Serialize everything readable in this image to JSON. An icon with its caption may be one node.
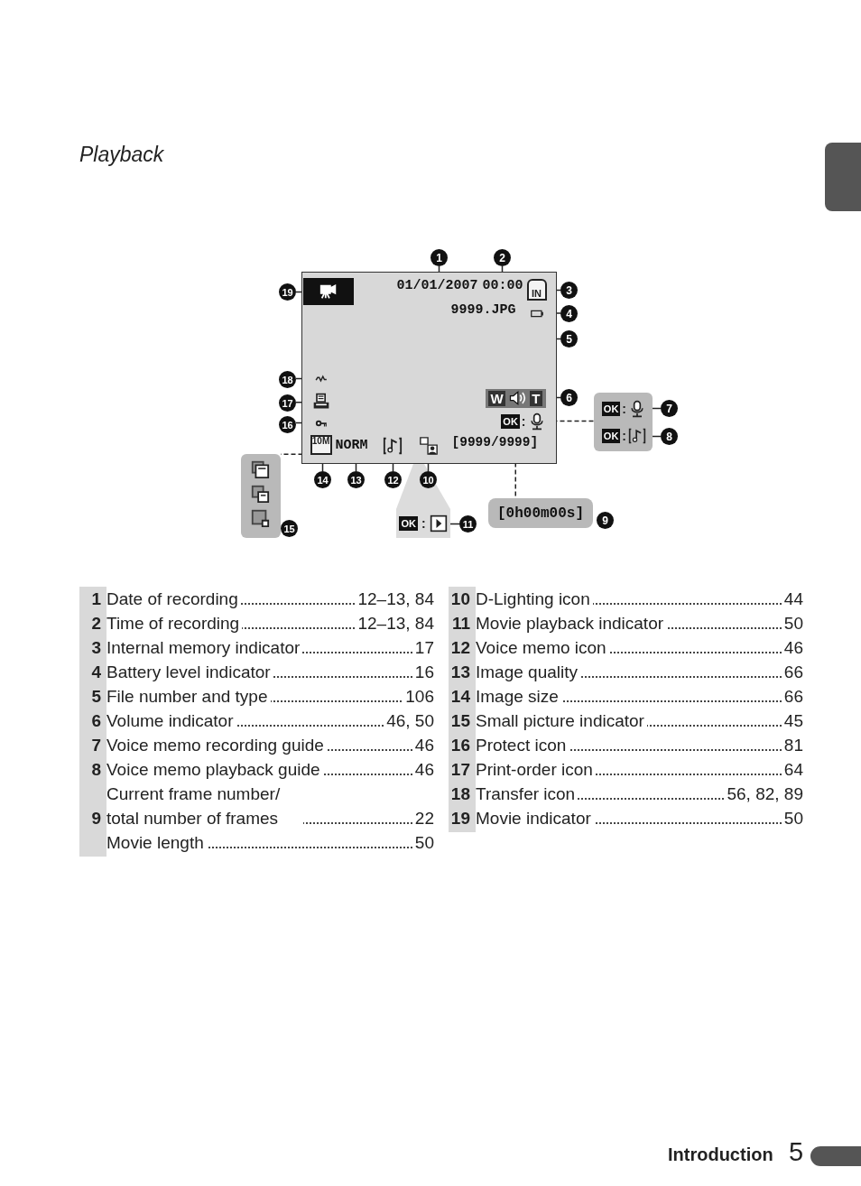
{
  "diagram": {
    "title": "Playback",
    "nodes": [
      {
        "text": [],
        "shape": "box"
      },
      {
        "text": [],
        "shape": "icon",
        "in": 0
      },
      {
        "text": [
          "01/01/2007"
        ],
        "in": 0
      },
      {
        "text": [
          "00:00"
        ],
        "in": 0
      },
      {
        "text": [
          "IN"
        ],
        "in": 0
      },
      {
        "text": [],
        "shape": "icon",
        "in": 0
      },
      {
        "text": [
          "9999.JPG"
        ],
        "in": 0
      },
      {
        "text": [
          "W",
          "T"
        ],
        "in": 0
      },
      {
        "text": [
          "OK",
          ":"
        ],
        "in": 0
      },
      {
        "text": [],
        "shape": "icon",
        "in": 0
      },
      {
        "text": [],
        "shape": "icon",
        "in": 0
      },
      {
        "text": [],
        "shape": "icon",
        "in": 0
      },
      {
        "text": [
          "10M"
        ],
        "in": 0
      },
      {
        "text": [
          "NORM"
        ],
        "in": 0
      },
      {
        "text": [],
        "shape": "icon",
        "in": 0
      },
      {
        "text": [],
        "shape": "icon",
        "in": 0
      },
      {
        "text": [
          "[9999/9999]"
        ],
        "in": 0
      },
      {
        "text": [],
        "shape": "box"
      },
      {
        "text": [],
        "shape": "icon",
        "in": 17
      },
      {
        "text": [],
        "shape": "icon",
        "in": 17
      },
      {
        "text": [],
        "shape": "icon",
        "in": 17
      },
      {
        "text": [
          "OK",
          ":"
        ]
      },
      {
        "text": [],
        "shape": "box"
      },
      {
        "text": [
          "OK",
          ":"
        ],
        "in": 22
      },
      {
        "text": [
          "OK",
          ":"
        ],
        "in": 22
      },
      {
        "text": [
          "[0h00m00s]"
        ]
      },
      {
        "text": [
          "1"
        ]
      },
      {
        "text": [
          "2"
        ]
      },
      {
        "text": [
          "3"
        ]
      },
      {
        "text": [
          "4"
        ]
      },
      {
        "text": [
          "5"
        ]
      },
      {
        "text": [
          "6"
        ]
      },
      {
        "text": [
          "7"
        ]
      },
      {
        "text": [
          "8"
        ]
      },
      {
        "text": [
          "10"
        ]
      },
      {
        "text": [
          "11"
        ]
      },
      {
        "text": [
          "12"
        ]
      },
      {
        "text": [
          "13"
        ]
      },
      {
        "text": [
          "14"
        ]
      },
      {
        "text": [
          "16"
        ]
      },
      {
        "text": [
          "17"
        ]
      },
      {
        "text": [
          "18"
        ]
      },
      {
        "text": [
          "19"
        ]
      },
      {
        "text": [
          "9"
        ]
      },
      {
        "text": [
          "15"
        ]
      }
    ],
    "edges": [
      {
        "from": 26,
        "to": 2,
        "arrow": "none"
      },
      {
        "from": 27,
        "to": 3,
        "arrow": "none"
      },
      {
        "from": 28,
        "to": 4,
        "arrow": "none"
      },
      {
        "from": 29,
        "to": 5,
        "arrow": "none"
      },
      {
        "from": 30,
        "to": 6,
        "arrow": "none"
      },
      {
        "from": 31,
        "to": 7,
        "arrow": "none"
      },
      {
        "from": 32,
        "to": 23,
        "arrow": "none"
      },
      {
        "from": 33,
        "to": 24,
        "arrow": "none"
      },
      {
        "from": 34,
        "to": 15,
        "arrow": "none"
      },
      {
        "from": 35,
        "to": 21,
        "arrow": "none"
      },
      {
        "from": 36,
        "to": 14,
        "arrow": "none"
      },
      {
        "from": 37,
        "to": 13,
        "arrow": "none"
      },
      {
        "from": 38,
        "to": 12,
        "arrow": "none"
      },
      {
        "from": 39,
        "to": 11,
        "arrow": "none"
      },
      {
        "from": 40,
        "to": 10,
        "arrow": "none"
      },
      {
        "from": 41,
        "to": 9,
        "arrow": "none"
      },
      {
        "from": 42,
        "to": 1,
        "arrow": "none"
      },
      {
        "from": 8,
        "to": 22,
        "arrow": "none",
        "style": "dashed"
      },
      {
        "from": 16,
        "to": 25,
        "arrow": "none",
        "style": "dashed"
      },
      {
        "from": 12,
        "to": 17,
        "arrow": "none",
        "style": "dashed"
      }
    ],
    "labels": [
      "1",
      "Date of recording",
      "12–13, 84",
      "2",
      "Time of recording",
      "12–13, 84",
      "3",
      "Internal memory indicator",
      "17",
      "4",
      "Battery level indicator",
      "16",
      "5",
      "File number and type",
      "106",
      "6",
      "Volume indicator",
      "46, 50",
      "7",
      "Voice memo recording guide",
      "46",
      "8",
      "Voice memo playback guide",
      "46",
      "9",
      "Current frame number/ total number of frames",
      "22",
      "Movie length",
      "50",
      "10",
      "D-Lighting icon",
      "44",
      "11",
      "Movie playback indicator",
      "50",
      "12",
      "Voice memo icon",
      "46",
      "13",
      "Image quality",
      "66",
      "14",
      "Image size",
      "66",
      "15",
      "Small picture indicator",
      "45",
      "16",
      "Protect icon",
      "81",
      "17",
      "Print-order icon",
      "64",
      "18",
      "Transfer icon",
      "56, 82, 89",
      "19",
      "Movie indicator",
      "50",
      "Introduction",
      "5"
    ]
  }
}
